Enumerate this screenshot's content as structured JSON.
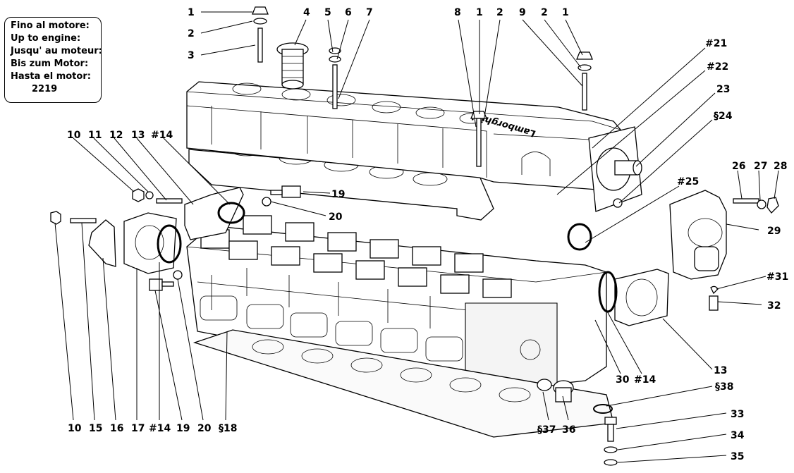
{
  "info_box": {
    "lines": [
      "Fino al motore:",
      "Up to engine:",
      "Jusqu' au moteur:",
      "Bis zum Motor:",
      "Hasta el motor:"
    ],
    "engine_number": "2219"
  },
  "cover_brand": "Lamborghini",
  "callouts": [
    {
      "id": "c1a",
      "label": "1"
    },
    {
      "id": "c2a",
      "label": "2"
    },
    {
      "id": "c3",
      "label": "3"
    },
    {
      "id": "c4",
      "label": "4"
    },
    {
      "id": "c5",
      "label": "5"
    },
    {
      "id": "c6",
      "label": "6"
    },
    {
      "id": "c7",
      "label": "7"
    },
    {
      "id": "c8",
      "label": "8"
    },
    {
      "id": "c1b",
      "label": "1"
    },
    {
      "id": "c2b",
      "label": "2"
    },
    {
      "id": "c9",
      "label": "9"
    },
    {
      "id": "c2c",
      "label": "2"
    },
    {
      "id": "c1c",
      "label": "1"
    },
    {
      "id": "c21",
      "label": "#21"
    },
    {
      "id": "c22",
      "label": "#22"
    },
    {
      "id": "c23",
      "label": "23"
    },
    {
      "id": "c24",
      "label": "§24"
    },
    {
      "id": "c10a",
      "label": "10"
    },
    {
      "id": "c11",
      "label": "11"
    },
    {
      "id": "c12",
      "label": "12"
    },
    {
      "id": "c13a",
      "label": "13"
    },
    {
      "id": "c14a",
      "label": "#14"
    },
    {
      "id": "c19a",
      "label": "19"
    },
    {
      "id": "c20a",
      "label": "20"
    },
    {
      "id": "c25",
      "label": "#25"
    },
    {
      "id": "c26",
      "label": "26"
    },
    {
      "id": "c27",
      "label": "27"
    },
    {
      "id": "c28",
      "label": "28"
    },
    {
      "id": "c29",
      "label": "29"
    },
    {
      "id": "c31",
      "label": "#31"
    },
    {
      "id": "c32",
      "label": "32"
    },
    {
      "id": "c13b",
      "label": "13"
    },
    {
      "id": "c30",
      "label": "30"
    },
    {
      "id": "c14b",
      "label": "#14"
    },
    {
      "id": "c38",
      "label": "§38"
    },
    {
      "id": "c33",
      "label": "33"
    },
    {
      "id": "c34",
      "label": "34"
    },
    {
      "id": "c35",
      "label": "35"
    },
    {
      "id": "c37",
      "label": "§37"
    },
    {
      "id": "c36",
      "label": "36"
    },
    {
      "id": "c10b",
      "label": "10"
    },
    {
      "id": "c15",
      "label": "15"
    },
    {
      "id": "c16",
      "label": "16"
    },
    {
      "id": "c17",
      "label": "17"
    },
    {
      "id": "c14c",
      "label": "#14"
    },
    {
      "id": "c19b",
      "label": "19"
    },
    {
      "id": "c20b",
      "label": "20"
    },
    {
      "id": "c18",
      "label": "§18"
    }
  ]
}
